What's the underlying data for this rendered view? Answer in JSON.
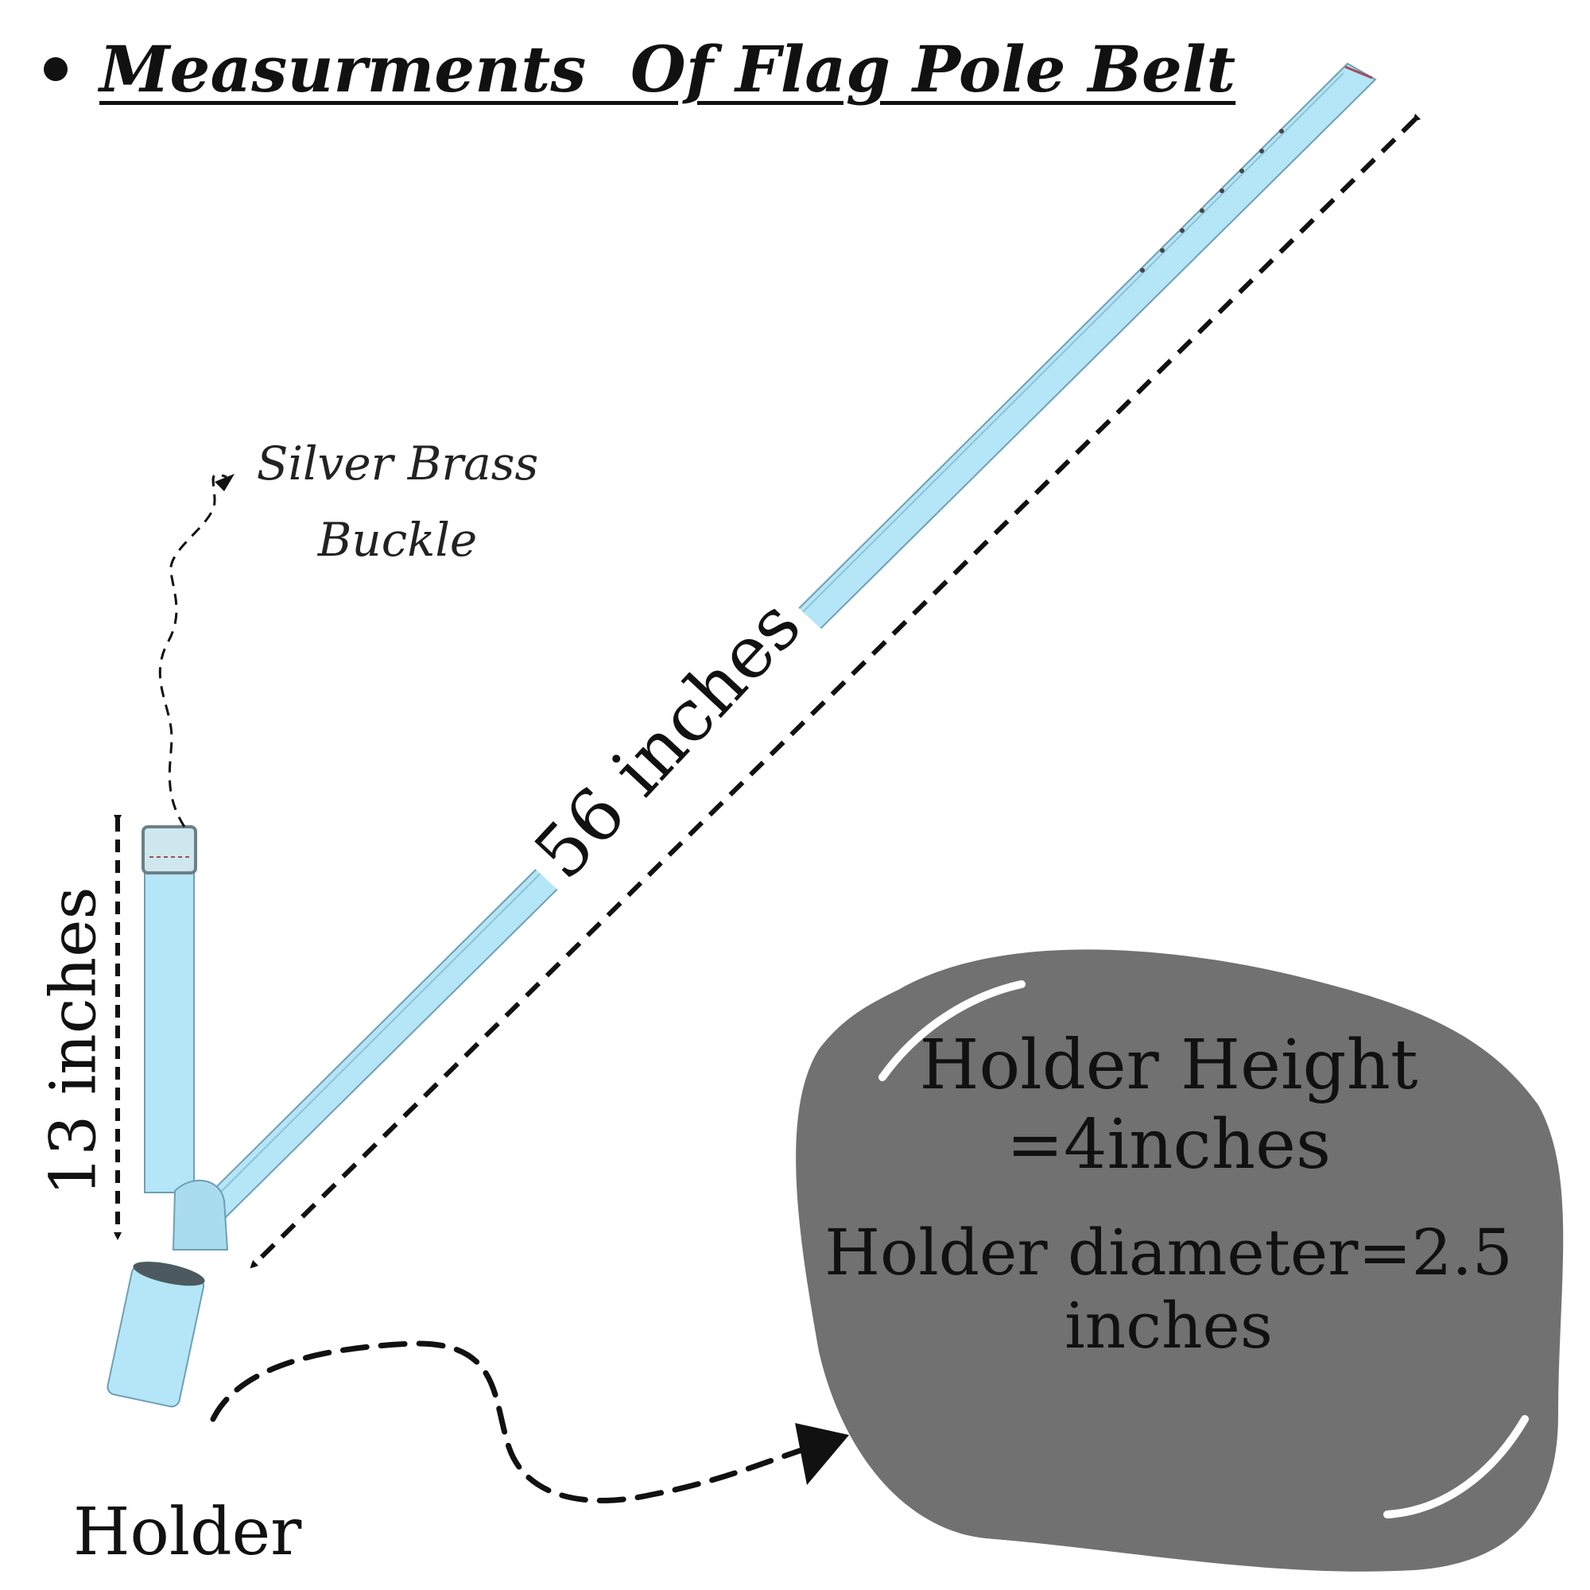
{
  "title": "Measurments  Of Flag Pole Belt",
  "buckle": {
    "line1": "Silver Brass",
    "line2": "Buckle"
  },
  "dimensions": {
    "belt_length": "56 inches",
    "strap_length": "13 inches"
  },
  "holder": {
    "label": "Holder",
    "height_line1": "Holder Height",
    "height_line2": "=4inches",
    "diameter_line1": "Holder diameter=2.5",
    "diameter_line2": "inches"
  },
  "colors": {
    "belt": "#b4e6f7",
    "belt_edge": "#6f9fb4",
    "blob": "#717171",
    "text": "#111111"
  }
}
